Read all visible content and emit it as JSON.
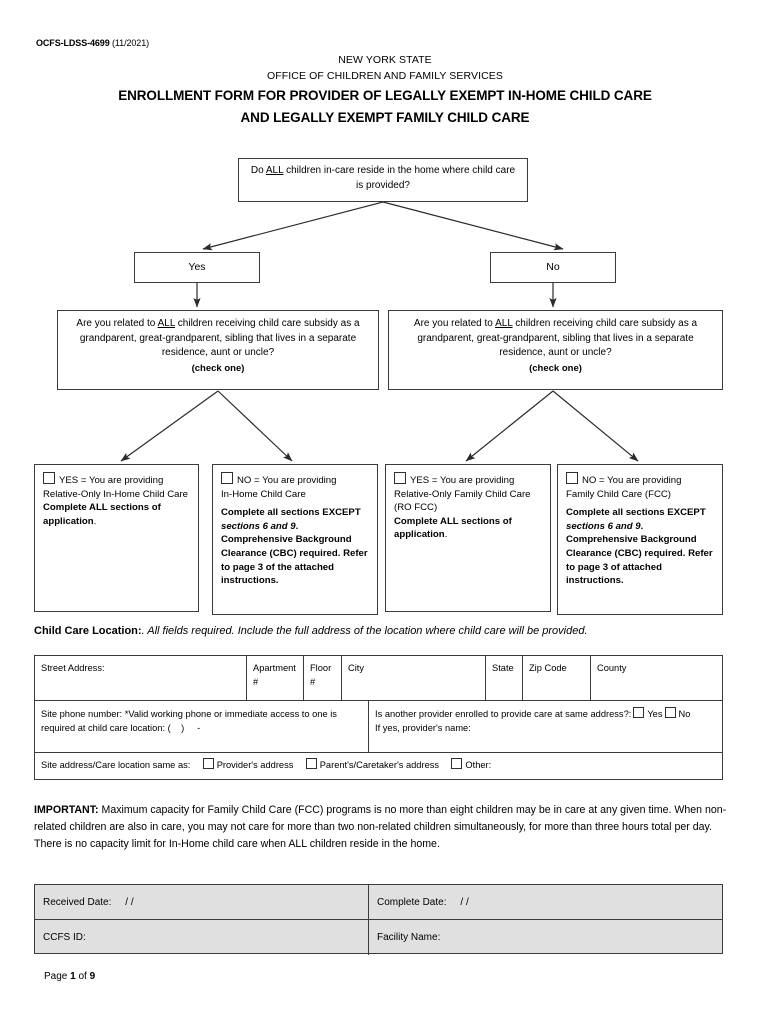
{
  "header": {
    "form_number": "OCFS-LDSS-4699",
    "form_revision": "(11/2021)",
    "state_line": "NEW YORK STATE",
    "office_line": "OFFICE OF CHILDREN AND FAMILY SERVICES",
    "title_line1": "ENROLLMENT FORM FOR PROVIDER OF LEGALLY EXEMPT IN-HOME CHILD CARE",
    "title_line2": "AND LEGALLY EXEMPT FAMILY CHILD CARE"
  },
  "flowchart": {
    "question1": {
      "text_before": "Do ",
      "text_underline": "ALL",
      "text_after": " children in-care reside in the home where child care is provided?"
    },
    "answer_yes": "Yes",
    "answer_no": "No",
    "related_left": {
      "text_before": "Are you related to ",
      "text_underline": "ALL",
      "text_after": " children receiving child care subsidy as a grandparent, great-grandparent, sibling that lives in a separate residence, aunt or uncle?",
      "check_one": "(check one)"
    },
    "related_right": {
      "text_before": "Are you related to ",
      "text_underline": "ALL",
      "text_after": " children receiving child care subsidy as a grandparent, great-grandparent, sibling that lives in a separate residence, aunt or uncle?",
      "check_one": "(check one)"
    },
    "outcomes": [
      {
        "label": "YES = You are providing",
        "line2": "Relative-Only In-Home Child Care",
        "bold1": "Complete ALL sections of",
        "bold2": "application",
        "bold2_tail": "."
      },
      {
        "label": "NO = You are providing",
        "line2": "In-Home Child Care",
        "bold_pre": "Complete all sections EXCEPT",
        "bold_italic": "sections 6 and 9",
        "bold_post": ". Comprehensive Background Clearance (CBC) required. Refer to page 3 of the attached instructions."
      },
      {
        "label": "YES = You are providing",
        "line2": "Relative-Only Family Child Care",
        "line3": "(RO FCC)",
        "bold1": "Complete ALL sections of",
        "bold2": "application",
        "bold2_tail": "."
      },
      {
        "label": "NO = You are providing",
        "line2": "Family Child Care (FCC)",
        "bold_pre": "Complete all sections EXCEPT",
        "bold_italic": "sections 6 and 9",
        "bold_post": ". Comprehensive Background Clearance (CBC) required. Refer to page 3 of attached instructions."
      }
    ]
  },
  "child_care_location": {
    "heading_bold": "Child Care Location:",
    "heading_italic": ". All fields required. Include the full address of the location where child care will be provided.",
    "columns": {
      "street_address": "Street Address:",
      "apartment": "Apartment #",
      "floor": "Floor #",
      "city": "City",
      "state": "State",
      "zip_code": "Zip Code",
      "county": "County"
    },
    "values": {
      "street_address": "",
      "apartment": "",
      "floor": "",
      "city": "",
      "state": "",
      "zip_code": "",
      "county": ""
    },
    "phone_row": {
      "line1": "Site phone number: *Valid working phone or immediate access to one is",
      "line2_pre": "required at child care location:  (",
      "line2_mid": ")",
      "line2_post": "-"
    },
    "other_provider_row": {
      "question": "Is another provider  enrolled to provide care at same address?:",
      "option_yes": "Yes",
      "option_no": "No",
      "if_yes": "If yes, provider's name:"
    },
    "same_as_row": {
      "label": "Site address/Care location same as:",
      "option1": "Provider's address",
      "option2": "Parent's/Caretaker's address",
      "option3": "Other:"
    }
  },
  "important": {
    "label": "IMPORTANT:",
    "text": " Maximum capacity for Family Child Care (FCC) programs is no more than eight children may be in care at any given time. When non-related children are also in care, you may not care for more than two non-related children simultaneously, for more than three hours total per day. There is no capacity limit for In-Home child care when ALL children reside in the home."
  },
  "office_use": {
    "received_date_label": "Received Date:",
    "received_date_value": "/        /",
    "complete_date_label": "Complete Date:",
    "complete_date_value": "/        /",
    "ccfs_id_label": "CCFS ID:",
    "ccfs_id_value": "",
    "facility_name_label": "Facility Name:",
    "facility_name_value": ""
  },
  "footer": {
    "page_prefix": "Page ",
    "page_current": "1",
    "page_middle": " of ",
    "page_total": "9"
  }
}
